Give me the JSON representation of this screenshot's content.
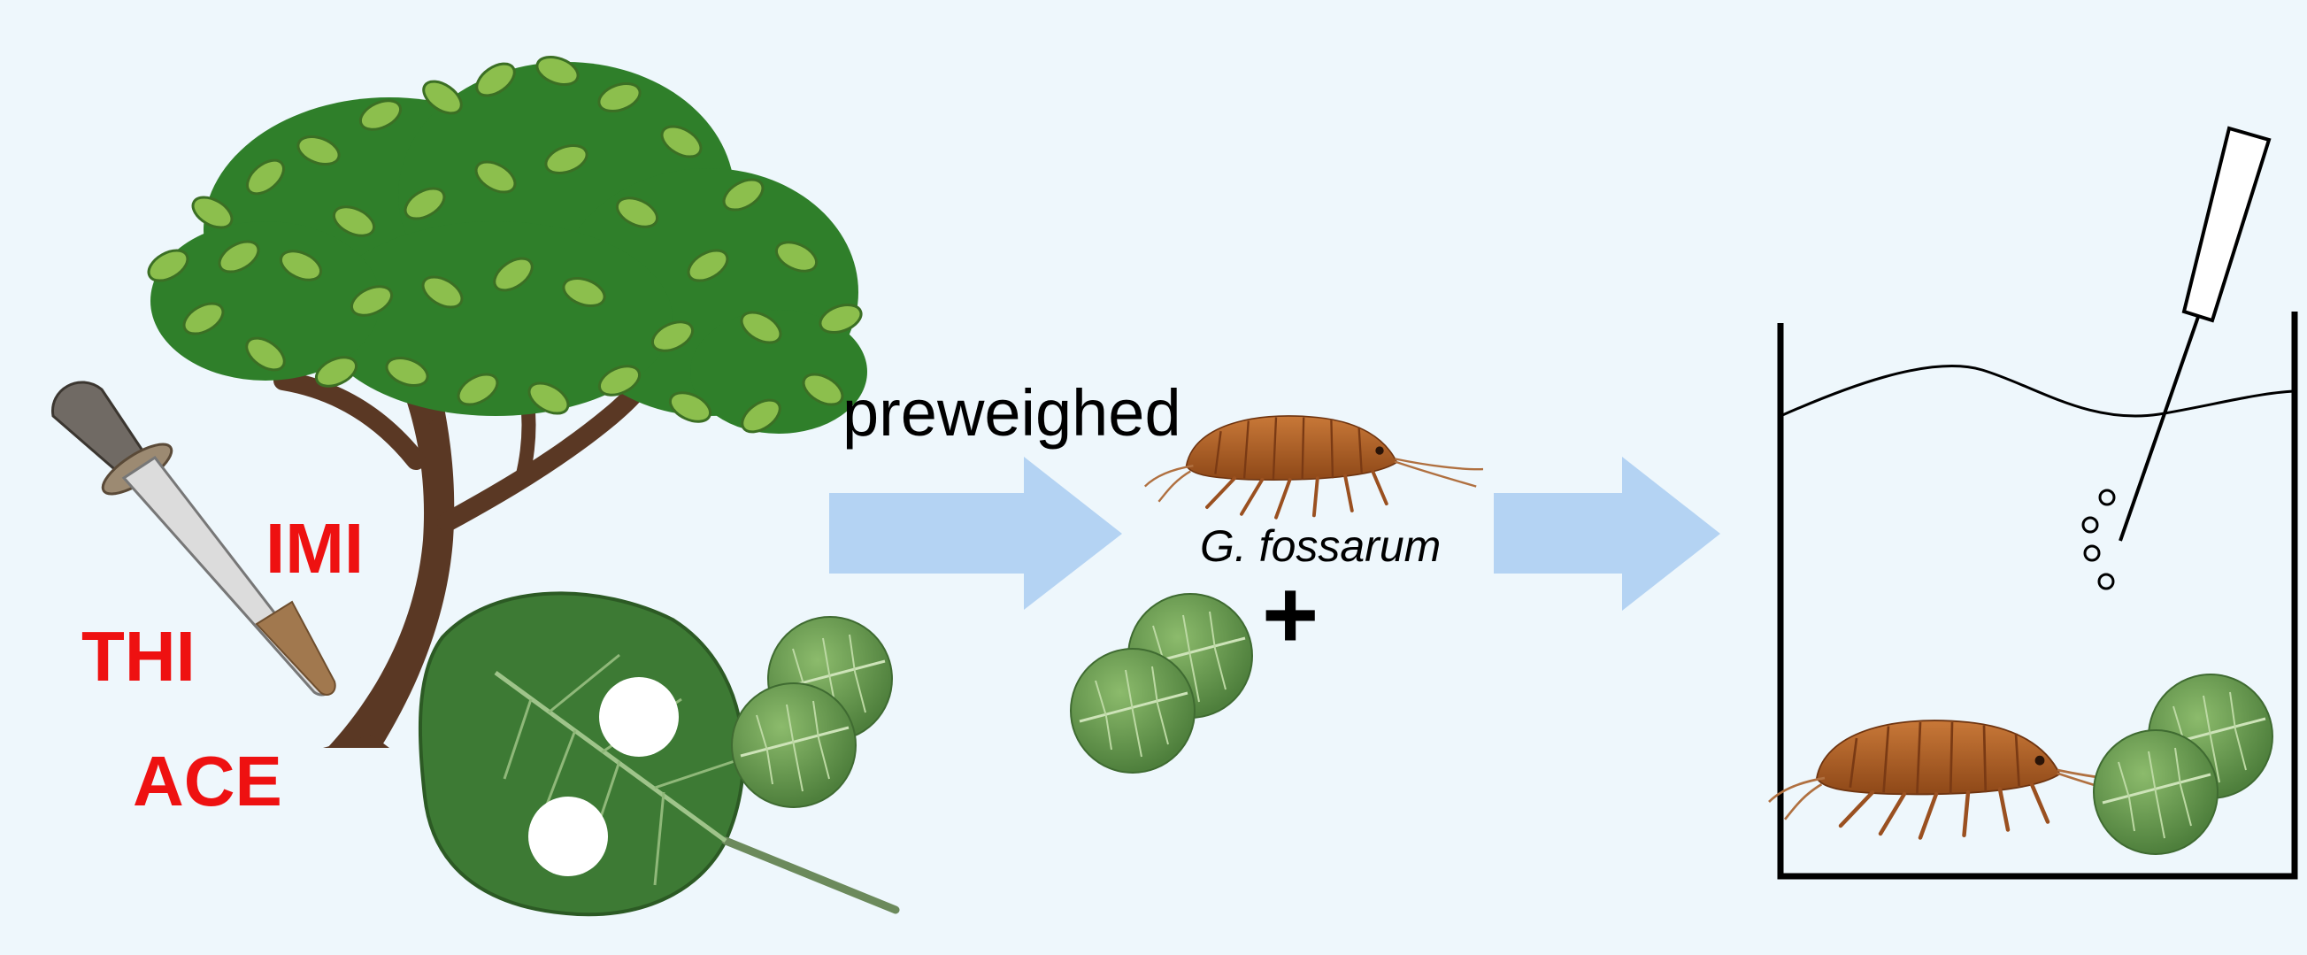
{
  "labels": {
    "insecticide_1": "IMI",
    "insecticide_2": "THI",
    "insecticide_3": "ACE",
    "step_label": "preweighed",
    "species": "G. fossarum",
    "plus_sign": "+"
  },
  "colors": {
    "background": "#eef7fc",
    "arrow": "#b4d3f3",
    "label_red": "#ee1111",
    "tree_trunk": "#5a3824",
    "leaf_dark": "#2f7f2a",
    "leaf_light": "#8cbf4d",
    "leaf_disc": "#6a9a52",
    "amphipod": "#b8682a"
  },
  "icons": [
    "tree-icon",
    "pipette-icon",
    "leaf-icon",
    "leaf-disc-icon",
    "amphipod-icon",
    "arrow-icon",
    "beaker-icon",
    "aeration-tube-icon"
  ]
}
